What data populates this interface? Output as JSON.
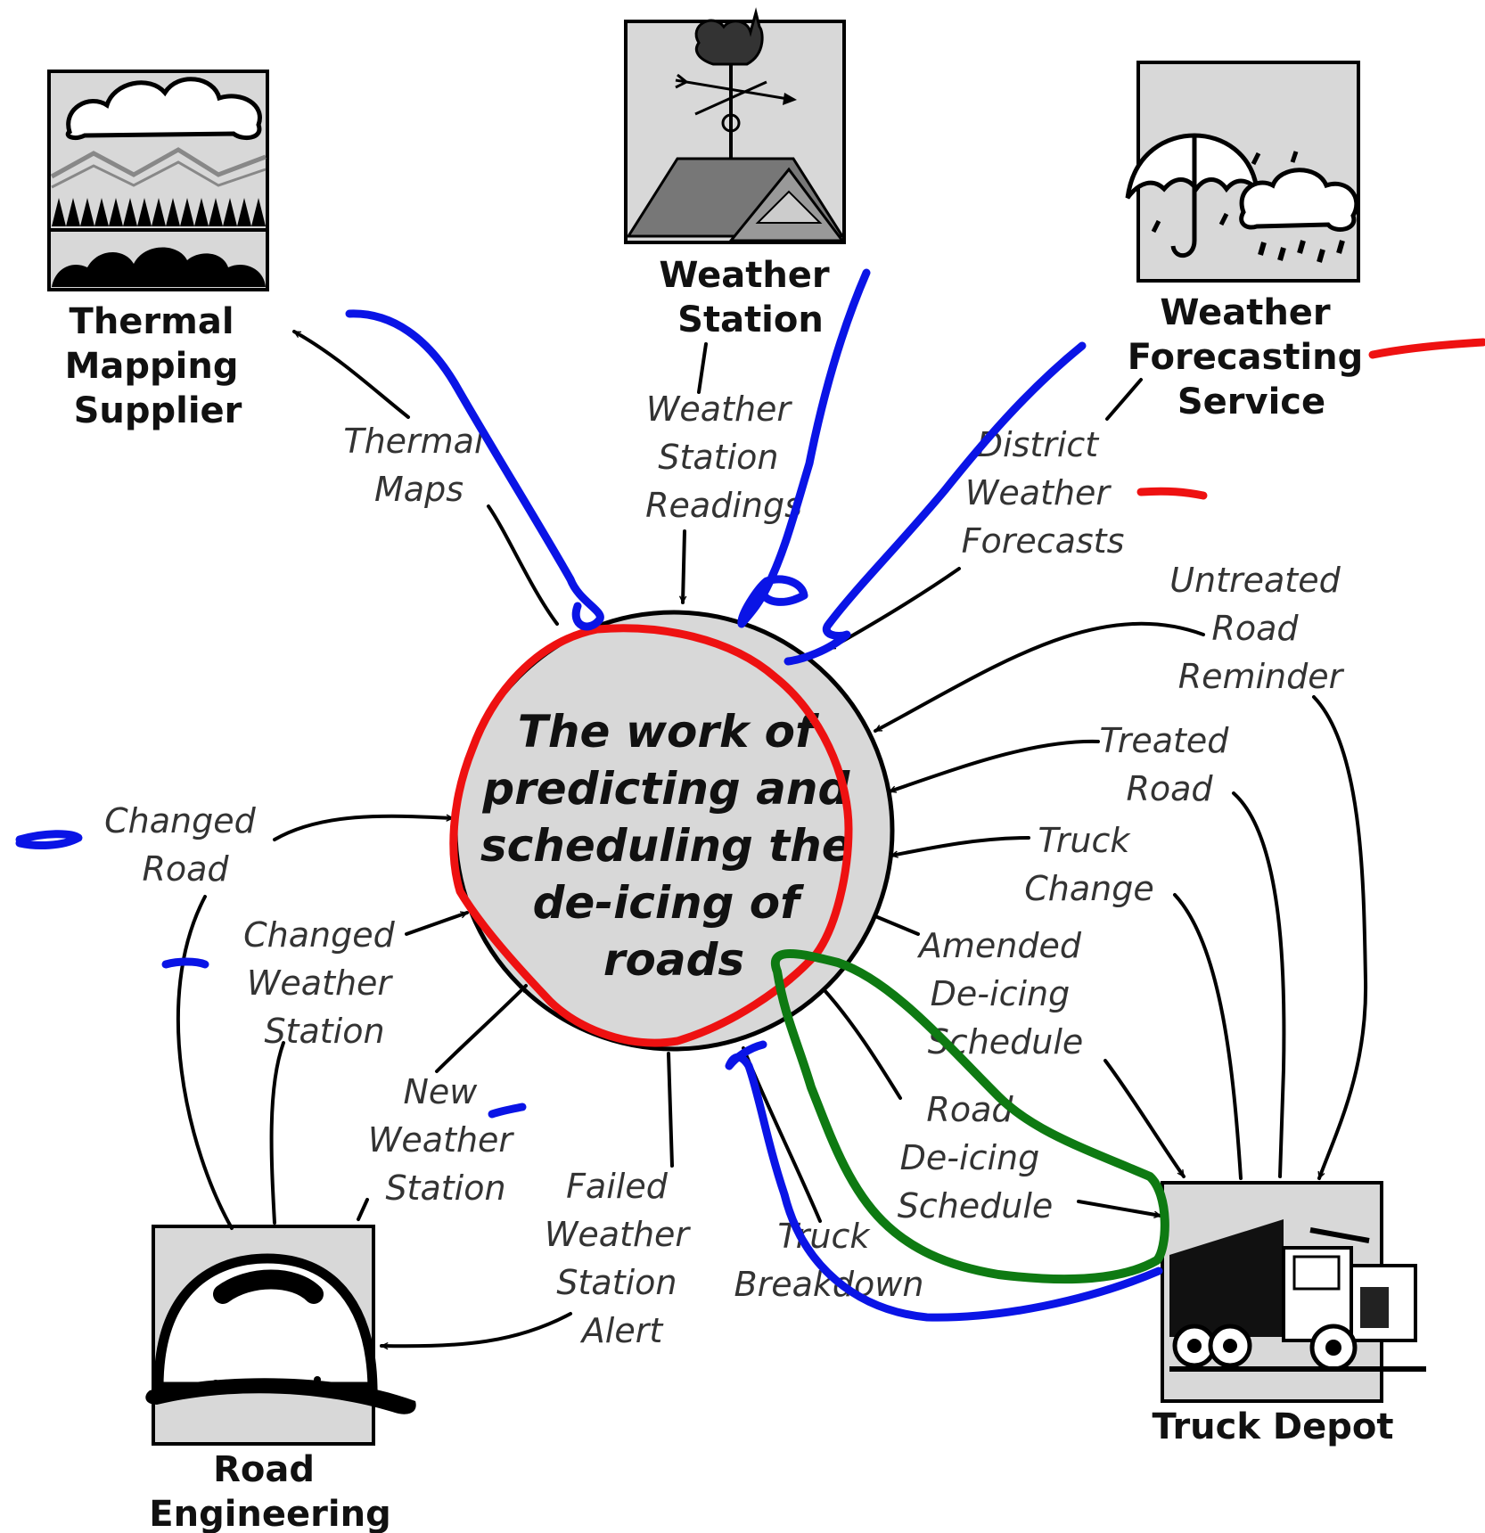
{
  "process": {
    "lines": [
      "The work of",
      "predicting  and",
      "scheduling the",
      "de-icing of",
      "roads"
    ]
  },
  "entities": {
    "thermal": [
      "Thermal",
      "Mapping",
      "Supplier"
    ],
    "weather_station": [
      "Weather",
      "Station"
    ],
    "forecasting": [
      "Weather",
      "Forecasting",
      "Service"
    ],
    "road_eng": [
      "Road",
      "Engineering"
    ],
    "truck_depot": [
      "Truck Depot"
    ]
  },
  "flows": {
    "thermal_maps": [
      "Thermal",
      "Maps"
    ],
    "ws_readings": [
      "Weather",
      "Station",
      "Readings"
    ],
    "district_forecasts": [
      "District",
      "Weather",
      "Forecasts"
    ],
    "untreated": [
      "Untreated",
      "Road",
      "Reminder"
    ],
    "treated": [
      "Treated",
      "Road"
    ],
    "truck_change": [
      "Truck",
      "Change"
    ],
    "amended": [
      "Amended",
      "De-icing",
      "Schedule"
    ],
    "road_deicing": [
      "Road",
      "De-icing",
      "Schedule"
    ],
    "truck_breakdown": [
      "Truck",
      "Breakdown"
    ],
    "failed_ws": [
      "Failed",
      "Weather",
      "Station",
      "Alert"
    ],
    "new_ws": [
      "New",
      "Weather",
      "Station"
    ],
    "changed_ws": [
      "Changed",
      "Weather",
      "Station"
    ],
    "changed_road": [
      "Changed",
      "Road"
    ]
  },
  "icons": [
    "clouds-hills-icon",
    "weathervane-icon",
    "umbrella-rain-icon",
    "hard-hat-icon",
    "dump-truck-icon"
  ],
  "colors": {
    "annotation_blue": "#0a14e6",
    "annotation_red": "#ee1111",
    "annotation_green": "#0e7a12",
    "process_fill": "#d8d8d8"
  }
}
